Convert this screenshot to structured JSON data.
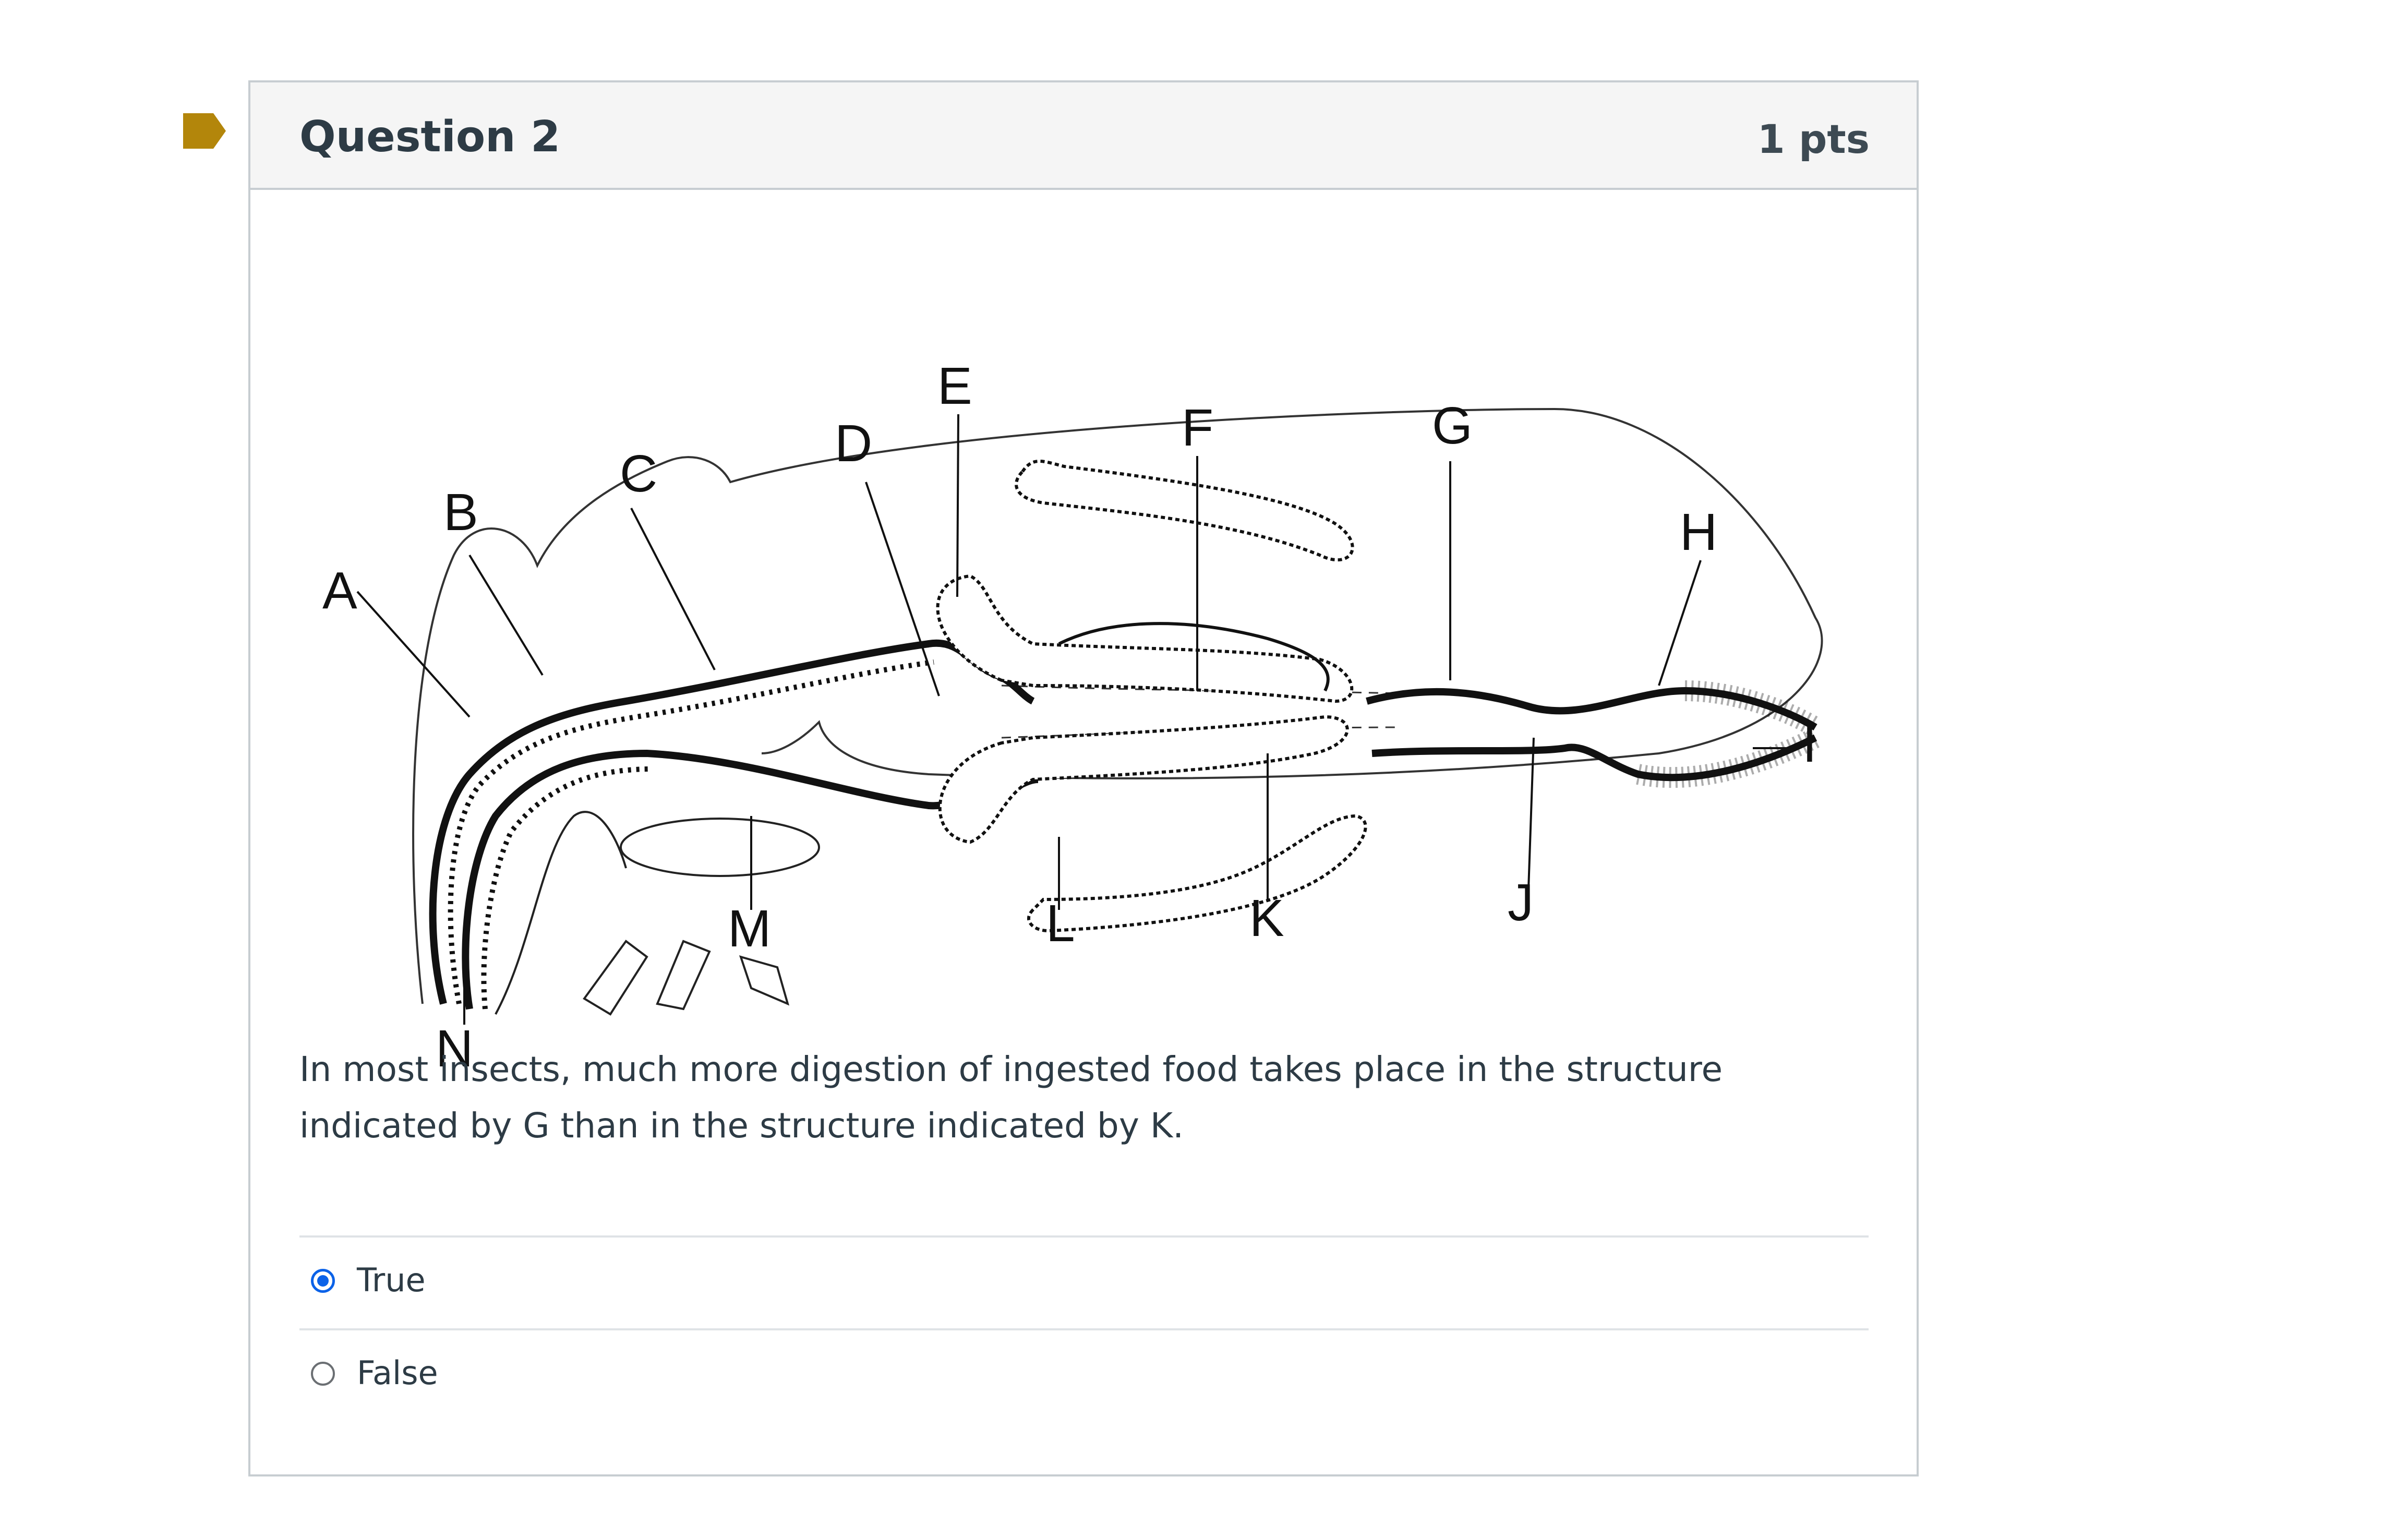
{
  "question": {
    "title": "Question 2",
    "points": "1 pts",
    "flag_icon": "bookmark-flag-icon",
    "flag_color": "#b3860b",
    "text": "In most insects, much more digestion of ingested food takes place in the structure indicated by G than in the structure indicated by K."
  },
  "diagram": {
    "labels": {
      "A": "A",
      "B": "B",
      "C": "C",
      "D": "D",
      "E": "E",
      "F": "F",
      "G": "G",
      "H": "H",
      "I": "I",
      "J": "J",
      "K": "K",
      "L": "L",
      "M": "M",
      "N": "N"
    }
  },
  "answers": [
    {
      "label": "True",
      "selected": true
    },
    {
      "label": "False",
      "selected": false
    }
  ],
  "colors": {
    "accent": "#0b62e8",
    "border": "#c7cdd1",
    "header_bg": "#f5f5f5"
  }
}
